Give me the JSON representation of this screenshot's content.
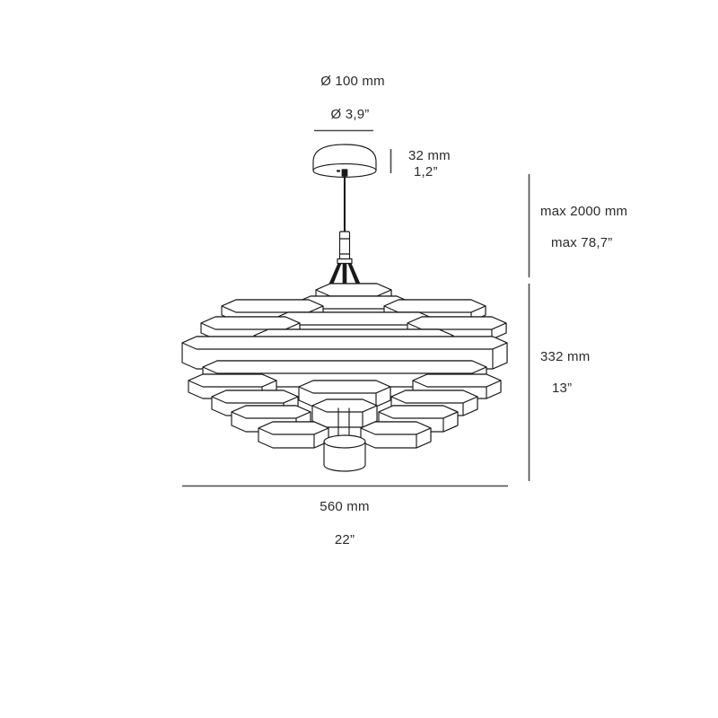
{
  "drawing": {
    "title": "Pendant lamp dimensional drawing",
    "subject": "suspension-lamp-with-stacked-louvre-shade",
    "line_color": "#1a1a1a",
    "text_color": "#2b2b2b",
    "background_color": "#ffffff"
  },
  "dimensions": {
    "canopy_diameter_mm": "Ø 100 mm",
    "canopy_diameter_in": "Ø 3,9”",
    "canopy_height_mm": "32 mm",
    "canopy_height_in": "1,2”",
    "max_drop_mm": "max 2000 mm",
    "max_drop_in": "max 78,7”",
    "shade_height_mm": "332 mm",
    "shade_height_in": "13”",
    "shade_width_mm": "560 mm",
    "shade_width_in": "22”"
  }
}
